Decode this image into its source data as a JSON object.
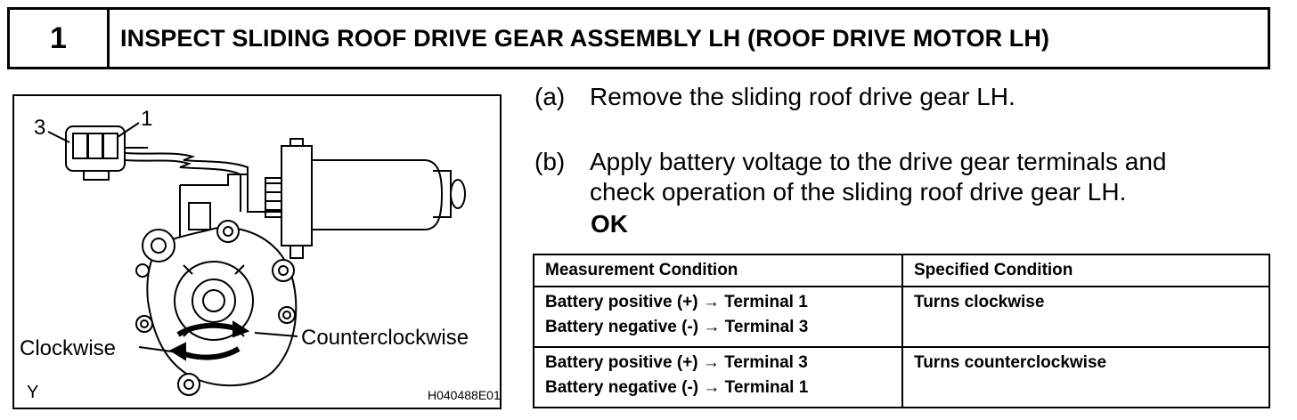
{
  "header": {
    "step_number": "1",
    "title": "INSPECT SLIDING ROOF DRIVE GEAR ASSEMBLY LH (ROOF DRIVE MOTOR LH)"
  },
  "figure": {
    "terminal_left_label": "3",
    "terminal_right_label": "1",
    "clockwise_label": "Clockwise",
    "counterclockwise_label": "Counterclockwise",
    "corner_mark": "Y",
    "figure_code": "H040488E01"
  },
  "instructions": {
    "step_a": {
      "mark": "(a)",
      "text": "Remove the sliding roof drive gear LH."
    },
    "step_b": {
      "mark": "(b)",
      "line1": "Apply battery voltage to the drive gear terminals and",
      "line2": "check operation of the sliding roof drive gear LH.",
      "result": "OK"
    }
  },
  "spec_table": {
    "headers": [
      "Measurement Condition",
      "Specified Condition"
    ],
    "rows": [
      {
        "condition_line1": "Battery positive (+) → Terminal 1",
        "condition_line2": "Battery negative (-) → Terminal 3",
        "specified": "Turns clockwise"
      },
      {
        "condition_line1": "Battery positive (+) → Terminal 3",
        "condition_line2": "Battery negative (-) → Terminal 1",
        "specified": "Turns counterclockwise"
      }
    ]
  }
}
